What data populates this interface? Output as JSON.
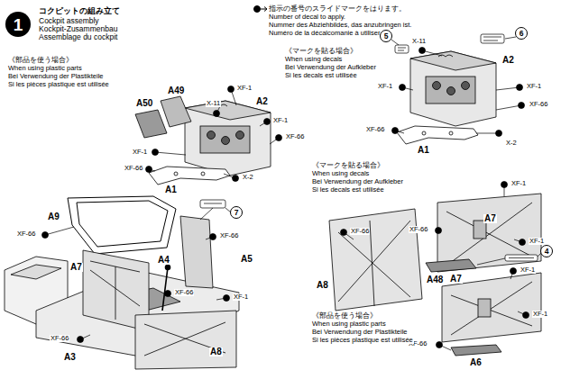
{
  "diagram": {
    "title": "コクピットの組み立て",
    "nodes": [
      {
        "text": [
          "1"
        ]
      },
      {
        "text": [
          "5"
        ]
      },
      {
        "text": [
          "6"
        ]
      },
      {
        "text": [
          "7"
        ]
      },
      {
        "text": [
          "4"
        ]
      }
    ],
    "labels": [
      "Cockpit assembly",
      "Kockpit-Zusammenbau",
      "Assemblage du cockpit",
      "指示の番号のスライドマークをはります。",
      "Number of decal to apply.",
      "Nummer des Abziehbildes, das anzubringen ist.",
      "Numéro de la décalcomanie à utiliser.",
      "《部品を使う場合》",
      "When using plastic parts",
      "Bei Verwendung der Plastikteile",
      "Si les pièces plastique est utilisée",
      "X-11",
      "A49",
      "A50",
      "XF-1",
      "A2",
      "XF-1",
      "XF-66",
      "XF-1",
      "XF-66",
      "A1",
      "X-2",
      "《マークを貼る場合》",
      "When using decals",
      "Bei Verwendung der Aufkleber",
      "Si les decals est utilisée",
      "X-11",
      "A2",
      "XF-1",
      "XF-1",
      "XF-66",
      "XF-66",
      "A1",
      "X-2",
      "A9",
      "XF-66",
      "A4",
      "XF-66",
      "A5",
      "A7",
      "XF-66",
      "XF-1",
      "XF-66",
      "A3",
      "A8",
      "《マークを貼る場合》",
      "When using decals",
      "Bei Verwendung der Aufkleber",
      "Si les decals est utilisée",
      "XF-1",
      "A7",
      "XF-66",
      "XF-66",
      "XF-1",
      "A48",
      "A8",
      "XF-1",
      "A7",
      "XF-1",
      "XF-66",
      "A6",
      "《部品を使う場合》",
      "When using plastic parts",
      "Bei Verwendung der Plastikteile",
      "Si les pièces plastique est utilisée"
    ]
  }
}
